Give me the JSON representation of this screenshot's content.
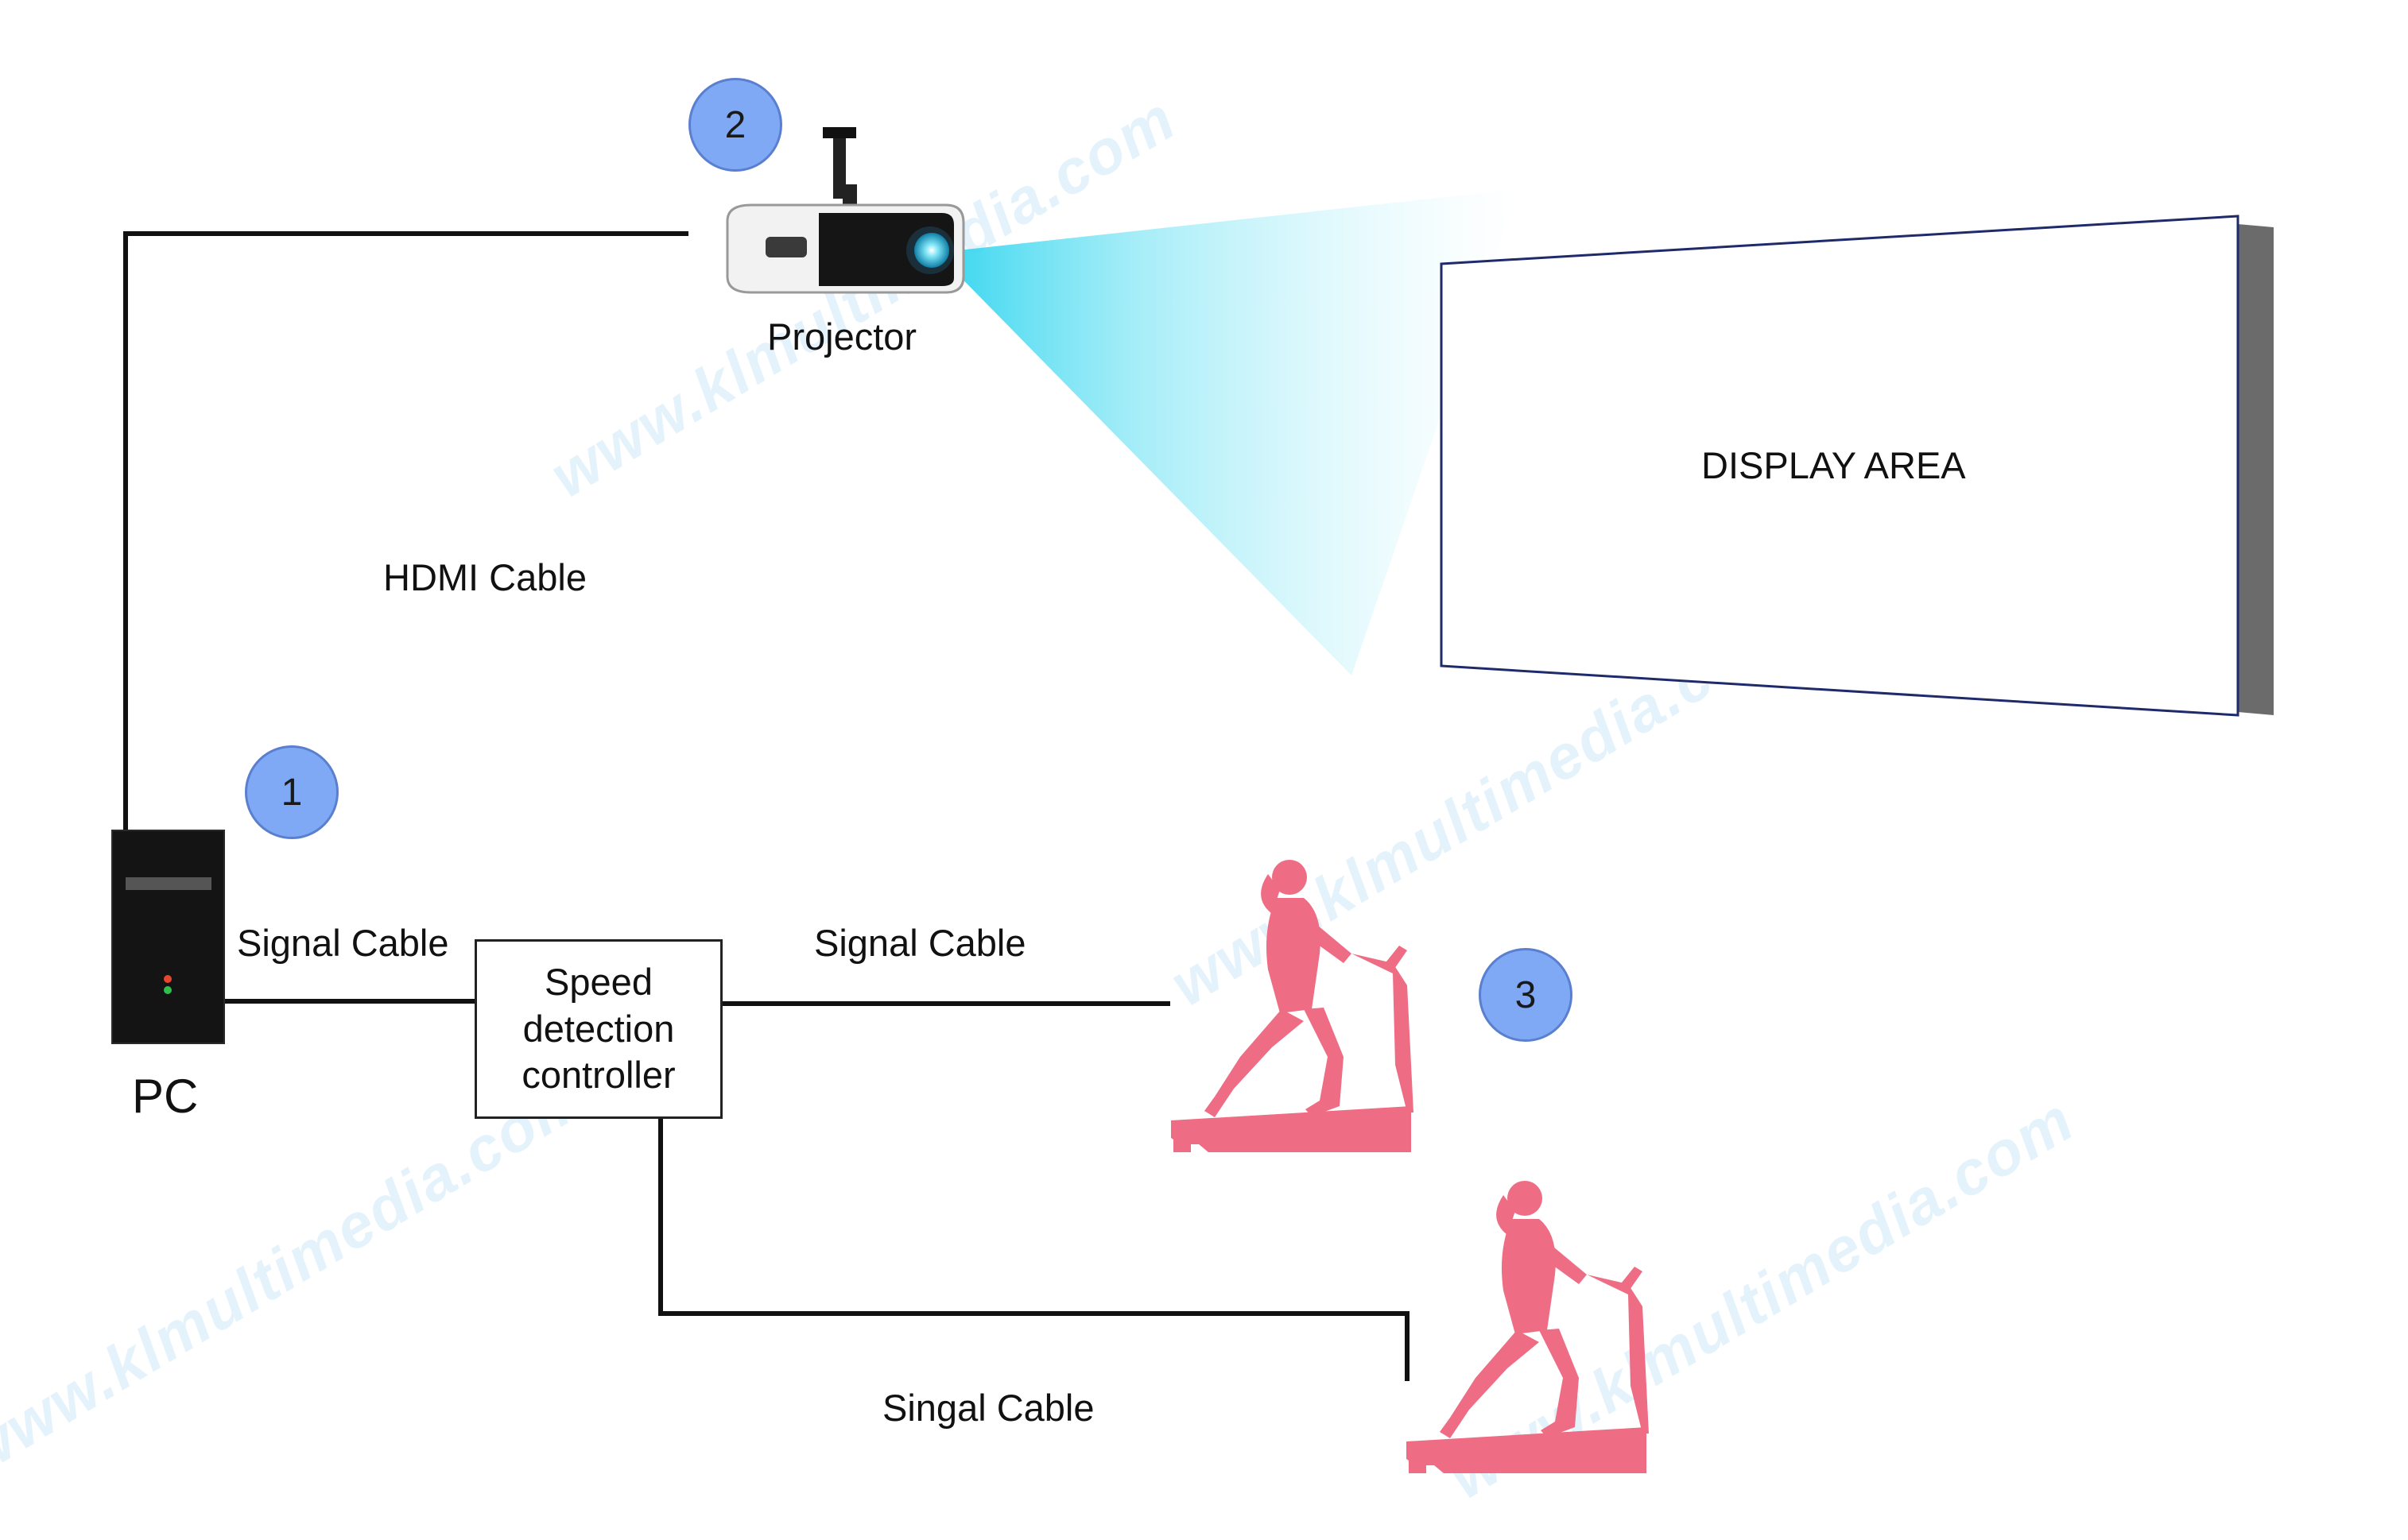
{
  "nodes": {
    "pc": {
      "label": "PC",
      "number": "1"
    },
    "projector": {
      "label": "Projector",
      "number": "2"
    },
    "display": {
      "label": "DISPLAY AREA"
    },
    "controller": {
      "label_lines": [
        "Speed",
        "detection",
        "controller"
      ]
    },
    "treadmill_group": {
      "number": "3"
    }
  },
  "cables": {
    "hdmi": "HDMI Cable",
    "pc_to_controller": "Signal Cable",
    "controller_to_treadmill_1": "Signal Cable",
    "controller_to_treadmill_2": "Singal Cable"
  },
  "watermark": {
    "text": "www.klmultimedia.com"
  },
  "colors": {
    "badge_fill": "#7fa9f5",
    "runner": "#ee6d84",
    "beam": "#3fd6ee",
    "wire": "#111111"
  }
}
